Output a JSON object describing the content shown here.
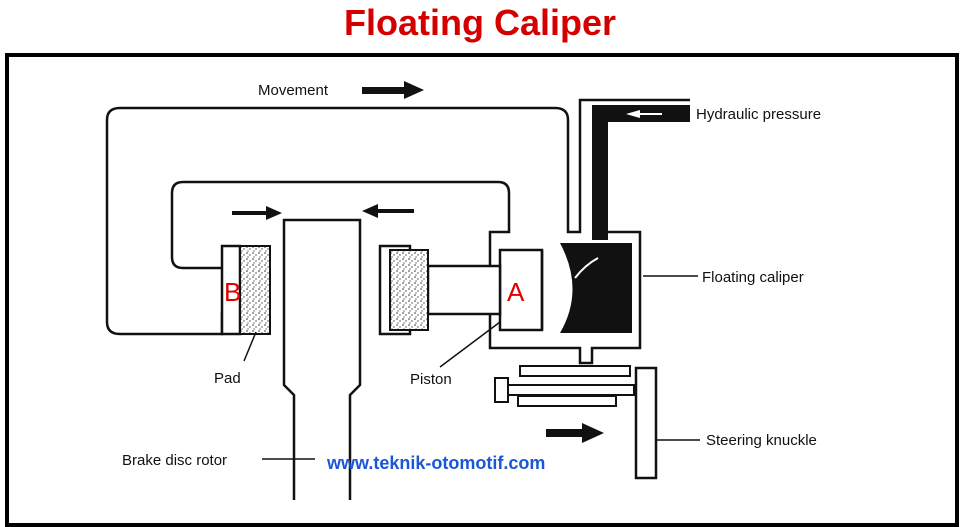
{
  "title": "Floating Caliper",
  "labels": {
    "movement": "Movement",
    "hydraulic_pressure": "Hydraulic pressure",
    "floating_caliper": "Floating caliper",
    "pad": "Pad",
    "piston": "Piston",
    "steering_knuckle": "Steering knuckle",
    "brake_disc_rotor": "Brake disc rotor",
    "marker_a": "A",
    "marker_b": "B"
  },
  "watermark": "www.teknik-otomotif.com",
  "colors": {
    "title": "#d40000",
    "markers": "#e00000",
    "watermark": "#1a56d8"
  }
}
